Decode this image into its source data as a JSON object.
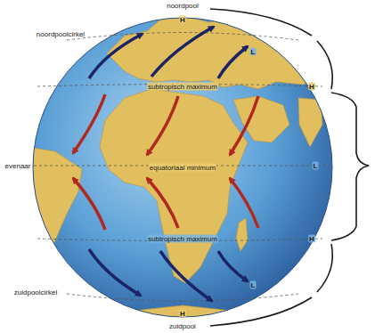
{
  "diagram": {
    "labels": [
      "noordpool",
      "H",
      "noordpoolcirkel",
      "L",
      "subtropisch maximum",
      "H",
      "evenaar",
      "equatoriaal minimum",
      "L",
      "subtropisch maximum",
      "H",
      "zuidpoolcirkel",
      "L",
      "H",
      "zuidpool"
    ]
  }
}
